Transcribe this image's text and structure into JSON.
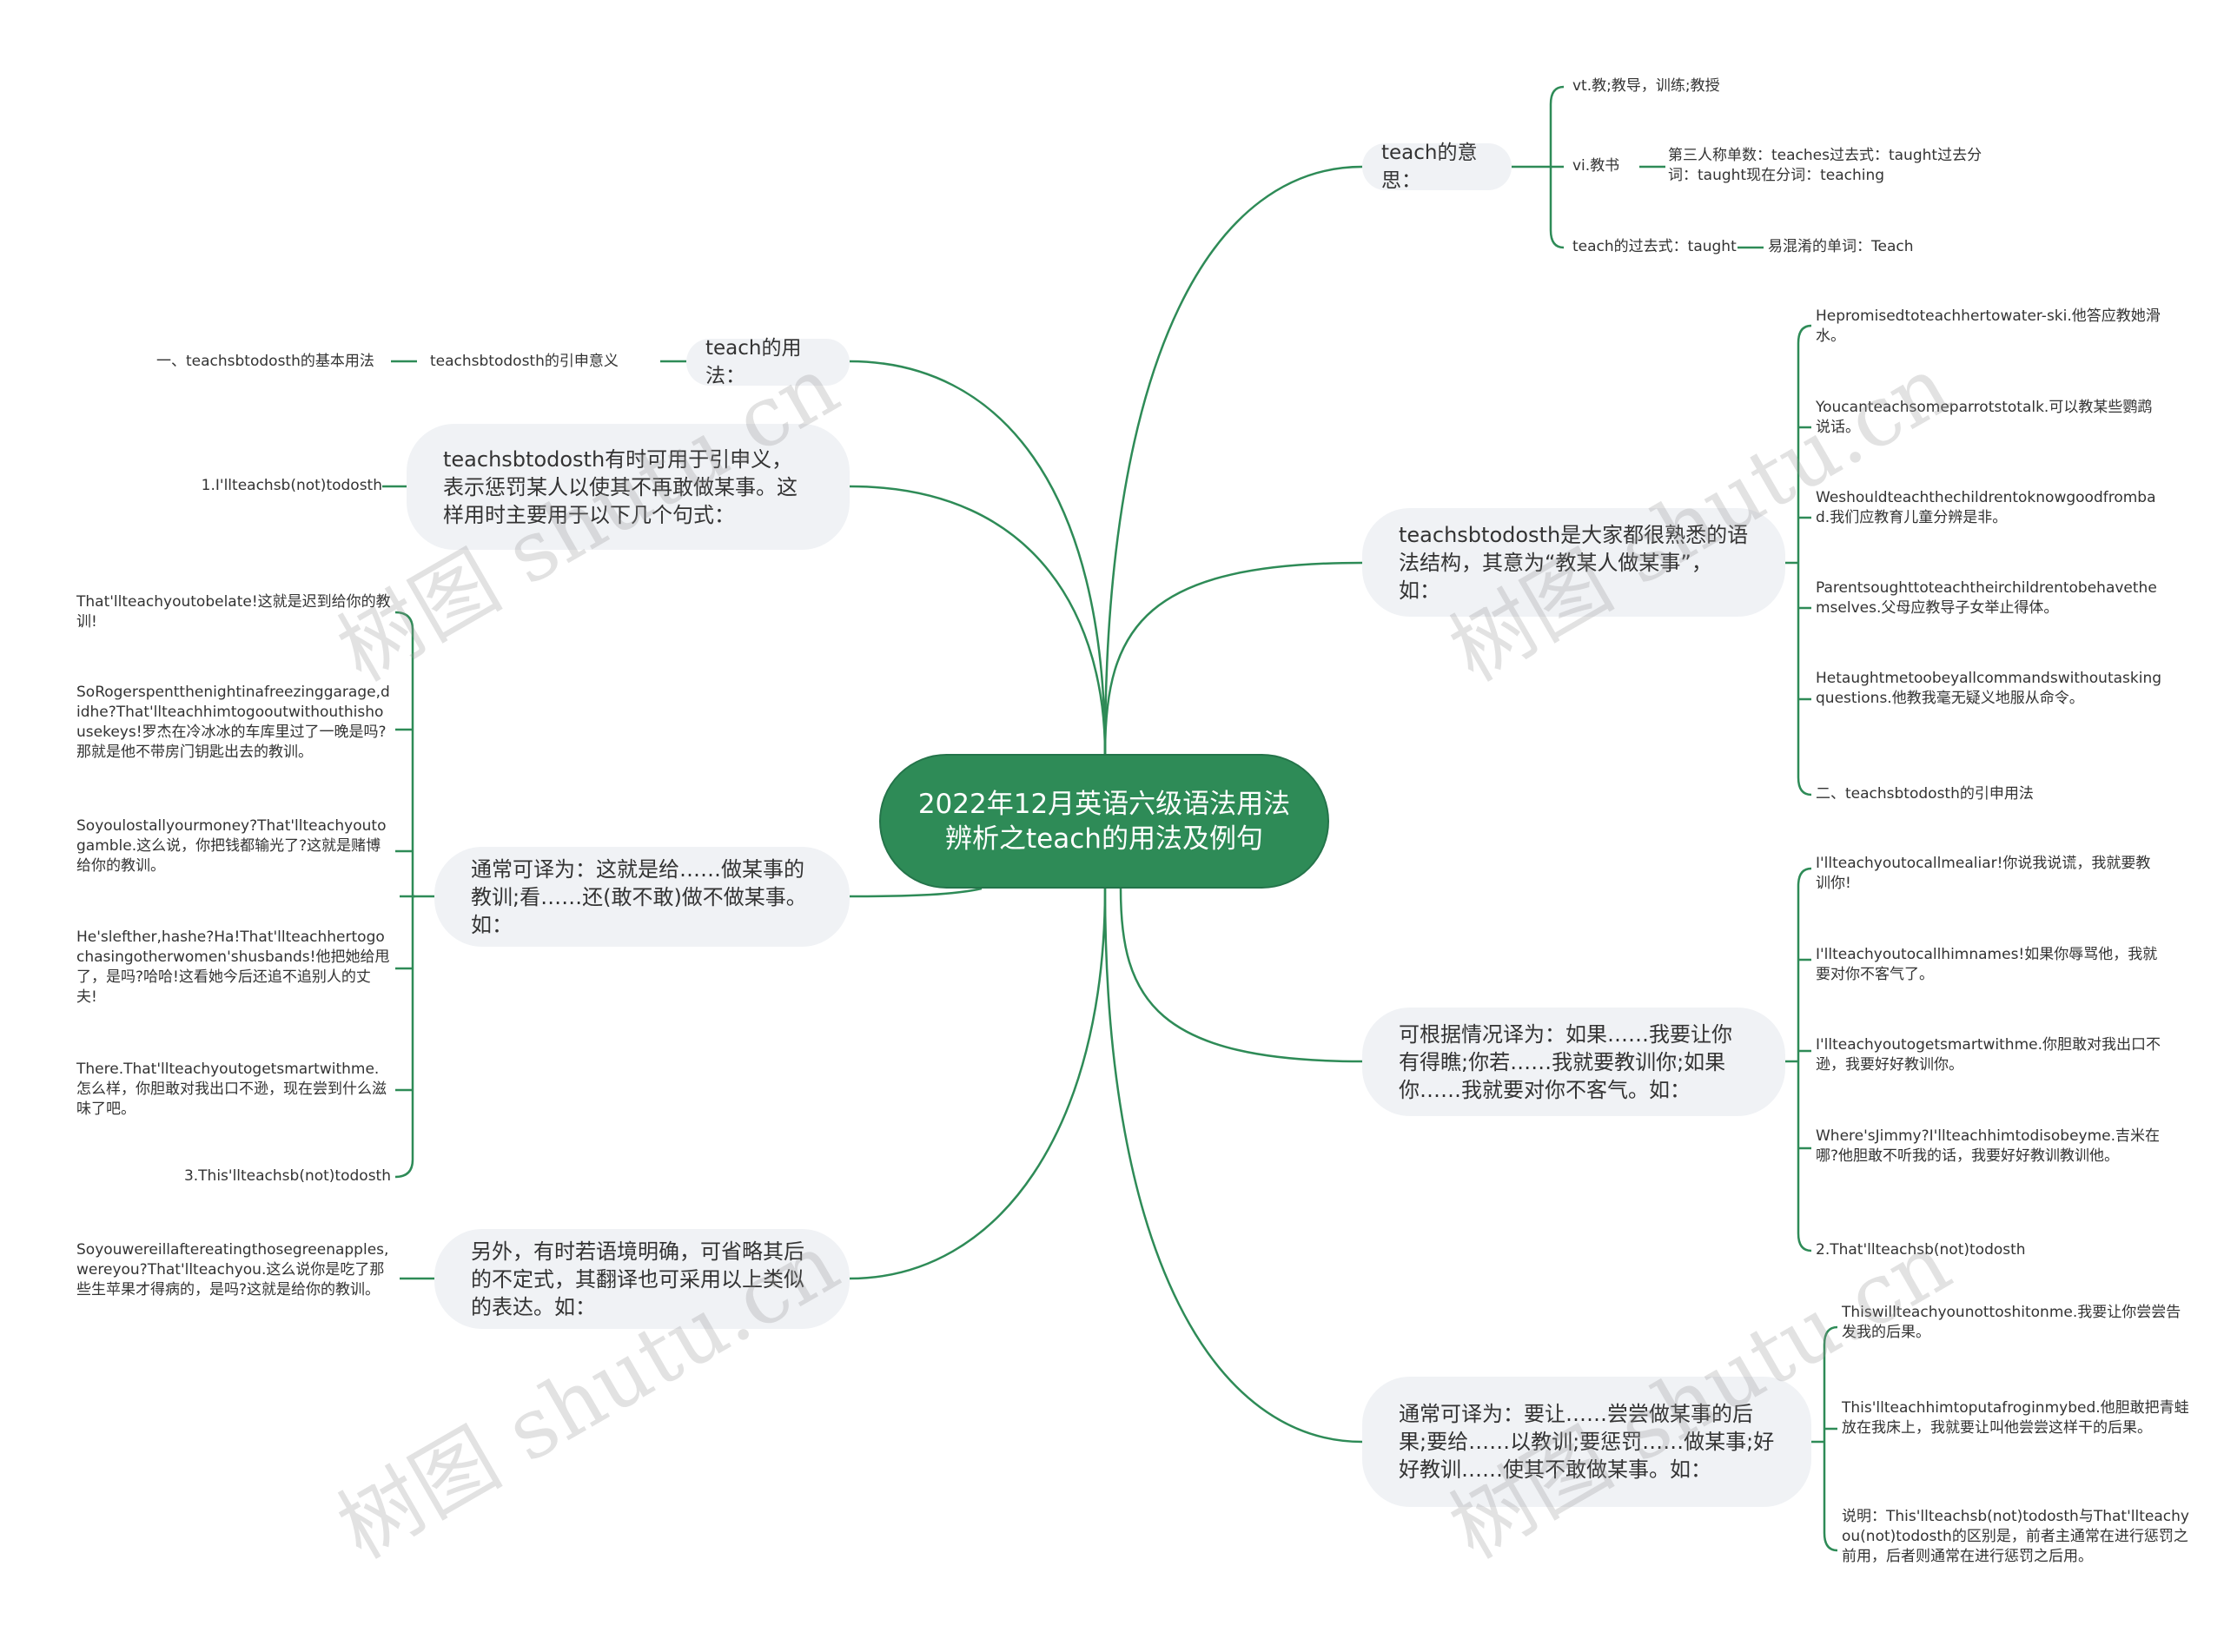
{
  "root": {
    "title": "2022年12月英语六级语法用法辨析之teach的用法及例句"
  },
  "right": {
    "meaning": {
      "label": "teach的意思：",
      "vt": "vt.教;教导，训练;教授",
      "vi": "vi.教书",
      "vi_detail": "第三人称单数：teaches过去式：taught过去分词：taught现在分词：teaching",
      "past": "teach的过去式：taught",
      "confuse": "易混淆的单词：Teach"
    },
    "structure": {
      "label": "teachsbtodosth是大家都很熟悉的语法结构，其意为“教某人做某事”，如：",
      "examples": [
        "Hepromisedtoteachhertowater-ski.他答应教她滑水。",
        "Youcanteachsomeparrotstotalk.可以教某些鹦鹉说话。",
        "Weshouldteachthechildrentoknowgoodfrombad.我们应教育儿童分辨是非。",
        "Parentsoughttoteachtheirchildrentobehavethemselves.父母应教导子女举止得体。",
        "Hetaughtmetoobeyallcommandswithoutaskingquestions.他教我毫无疑义地服从命令。",
        "二、teachsbtodosth的引申用法"
      ]
    },
    "translate1": {
      "label": "可根据情况译为：如果……我要让你有得瞧;你若……我就要教训你;如果你……我就要对你不客气。如：",
      "examples": [
        "I'llteachyoutocallmealiar!你说我说谎，我就要教训你!",
        "I'llteachyoutocallhimnames!如果你辱骂他，我就要对你不客气了。",
        "I'llteachyoutogetsmartwithme.你胆敢对我出口不逊，我要好好教训你。",
        "Where'sJimmy?I'llteachhimtodisobeyme.吉米在哪?他胆敢不听我的话，我要好好教训教训他。",
        "2.That'llteachsb(not)todosth"
      ]
    },
    "translate2": {
      "label": "通常可译为：要让……尝尝做某事的后果;要给……以教训;要惩罚……做某事;好好教训……使其不敢做某事。如：",
      "examples": [
        "Thiswillteachyounottoshitonme.我要让你尝尝告发我的后果。",
        "This'llteachhimtoputafroginmybed.他胆敢把青蛙放在我床上，我就要让叫他尝尝这样干的后果。",
        "说明：This'llteachsb(not)todosth与That'llteachyou(not)todosth的区别是，前者主通常在进行惩罚之前用，后者则通常在进行惩罚之后用。"
      ]
    }
  },
  "left": {
    "usage": {
      "label": "teach的用法：",
      "sub": "teachsbtodosth的引申意义",
      "subsub": "一、teachsbtodosth的基本用法"
    },
    "punish": {
      "label": "teachsbtodosth有时可用于引申义，表示惩罚某人以使其不再敢做某事。这样用时主要用于以下几个句式：",
      "leaf": "1.I'llteachsb(not)todosth"
    },
    "translate3": {
      "label": "通常可译为：这就是给……做某事的教训;看……还(敢不敢)做不做某事。如：",
      "examples": [
        "That'llteachyoutobelate!这就是迟到给你的教训!",
        "SoRogerspentthenightinafreezinggarage,didhe?That'llteachhimtogooutwithouthishousekeys!罗杰在冷冰冰的车库里过了一晚是吗?那就是他不带房门钥匙出去的教训。",
        "Soyoulostallyourmoney?That'llteachyoutogamble.这么说，你把钱都输光了?这就是赌博给你的教训。",
        "He'slefther,hashe?Ha!That'llteachhertogochasingotherwomen'shusbands!他把她给甩了，是吗?哈哈!这看她今后还追不追别人的丈夫!",
        "There.That'llteachyoutogetsmartwithme.怎么样，你胆敢对我出口不逊，现在尝到什么滋味了吧。",
        "3.This'llteachsb(not)todosth"
      ]
    },
    "omit": {
      "label": "另外，有时若语境明确，可省略其后的不定式，其翻译也可采用以上类似的表达。如：",
      "leaf": "Soyouwereillaftereatingthosegreenapples,wereyou?That'llteachyou.这么说你是吃了那些生苹果才得病的，是吗?这就是给你的教训。"
    }
  },
  "watermark": "树图 shutu.cn",
  "colors": {
    "accent": "#2e8b57",
    "node_bg": "#f0f2f5",
    "line": "#2e8b57"
  }
}
